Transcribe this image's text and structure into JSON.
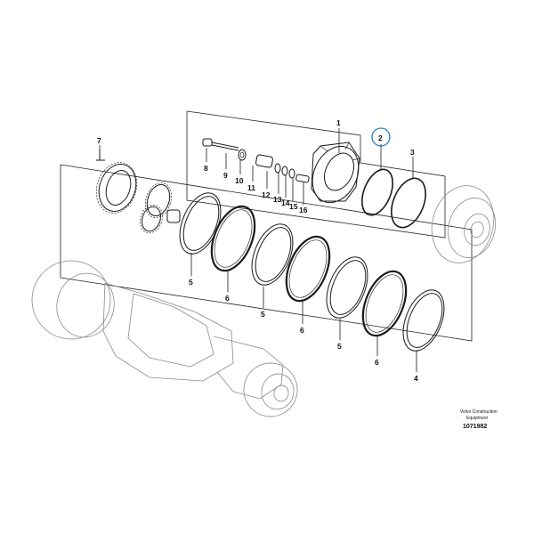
{
  "diagram": {
    "labels": {
      "1": "1",
      "2": "2",
      "3": "3",
      "4": "4",
      "5a": "5",
      "5b": "5",
      "5c": "5",
      "6a": "6",
      "6b": "6",
      "6c": "6",
      "7": "7",
      "8": "8",
      "9": "9",
      "10": "10",
      "11": "11",
      "12": "12",
      "13": "13",
      "14": "14",
      "15": "15",
      "16": "16"
    },
    "highlight_color": "#2b7fc2",
    "highlighted_item": "2"
  },
  "corner": {
    "line1": "Volvo Construction",
    "line2": "Equipment",
    "ref": "1071982"
  }
}
